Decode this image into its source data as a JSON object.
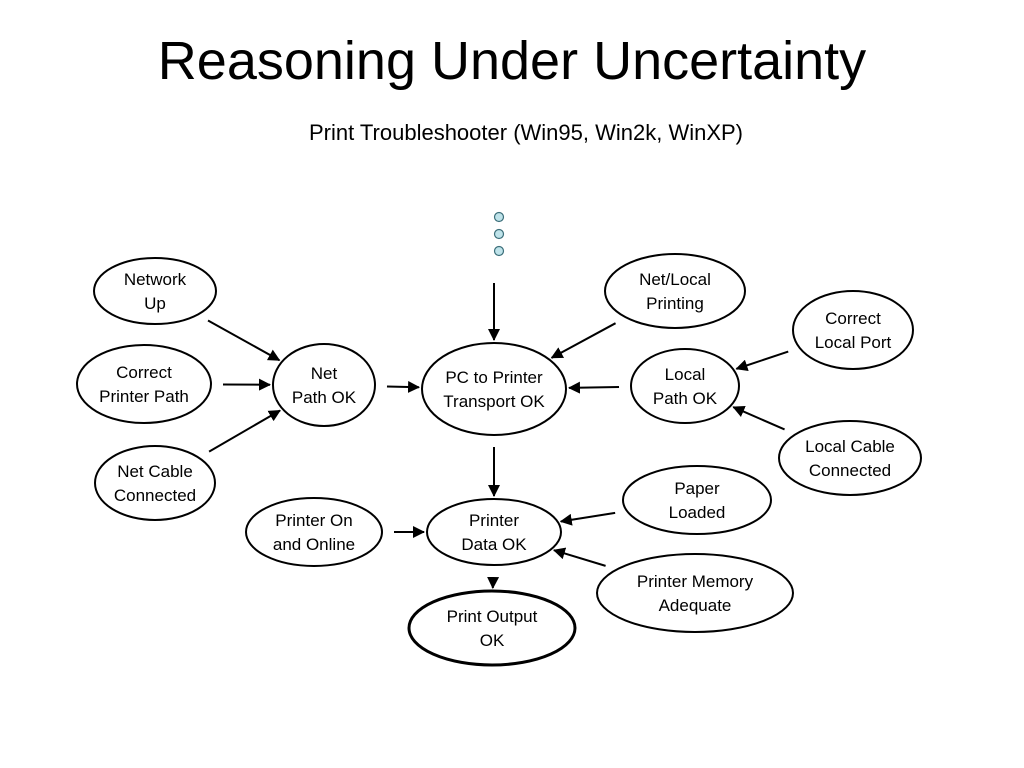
{
  "title": "Reasoning Under Uncertainty",
  "subtitle": "Print Troubleshooter (Win95, Win2k, WinXP)",
  "nodes": {
    "network_up": {
      "lines": [
        "Network",
        "Up"
      ]
    },
    "correct_printer_path": {
      "lines": [
        "Correct",
        "Printer Path"
      ]
    },
    "net_cable_connected": {
      "lines": [
        "Net Cable",
        "Connected"
      ]
    },
    "net_path_ok": {
      "lines": [
        "Net",
        "Path OK"
      ]
    },
    "pc_to_printer_transport_ok": {
      "lines": [
        "PC to Printer",
        "Transport OK"
      ]
    },
    "net_local_printing": {
      "lines": [
        "Net/Local",
        "Printing"
      ]
    },
    "local_path_ok": {
      "lines": [
        "Local",
        "Path OK"
      ]
    },
    "correct_local_port": {
      "lines": [
        "Correct",
        "Local Port"
      ]
    },
    "local_cable_connected": {
      "lines": [
        "Local Cable",
        "Connected"
      ]
    },
    "paper_loaded": {
      "lines": [
        "Paper",
        "Loaded"
      ]
    },
    "printer_on_and_online": {
      "lines": [
        "Printer On",
        "and Online"
      ]
    },
    "printer_data_ok": {
      "lines": [
        "Printer",
        "Data OK"
      ]
    },
    "printer_memory_adequate": {
      "lines": [
        "Printer Memory",
        "Adequate"
      ]
    },
    "print_output_ok": {
      "lines": [
        "Print Output",
        "OK"
      ]
    }
  },
  "edges": [
    {
      "from": "network_up",
      "to": "net_path_ok"
    },
    {
      "from": "correct_printer_path",
      "to": "net_path_ok"
    },
    {
      "from": "net_cable_connected",
      "to": "net_path_ok"
    },
    {
      "from": "net_path_ok",
      "to": "pc_to_printer_transport_ok"
    },
    {
      "from": "net_local_printing",
      "to": "pc_to_printer_transport_ok"
    },
    {
      "from": "local_path_ok",
      "to": "pc_to_printer_transport_ok"
    },
    {
      "from": "correct_local_port",
      "to": "local_path_ok"
    },
    {
      "from": "local_cable_connected",
      "to": "local_path_ok"
    },
    {
      "from": "pc_to_printer_transport_ok",
      "to": "printer_data_ok"
    },
    {
      "from": "printer_on_and_online",
      "to": "printer_data_ok"
    },
    {
      "from": "paper_loaded",
      "to": "printer_data_ok"
    },
    {
      "from": "printer_memory_adequate",
      "to": "printer_data_ok"
    },
    {
      "from": "printer_data_ok",
      "to": "print_output_ok"
    }
  ],
  "ellipsis_marker": {
    "dots": 3,
    "points_to": "pc_to_printer_transport_ok"
  },
  "colors": {
    "dot_fill": "#bfe3ea",
    "dot_stroke": "#3c6f7a",
    "line": "#000000"
  }
}
